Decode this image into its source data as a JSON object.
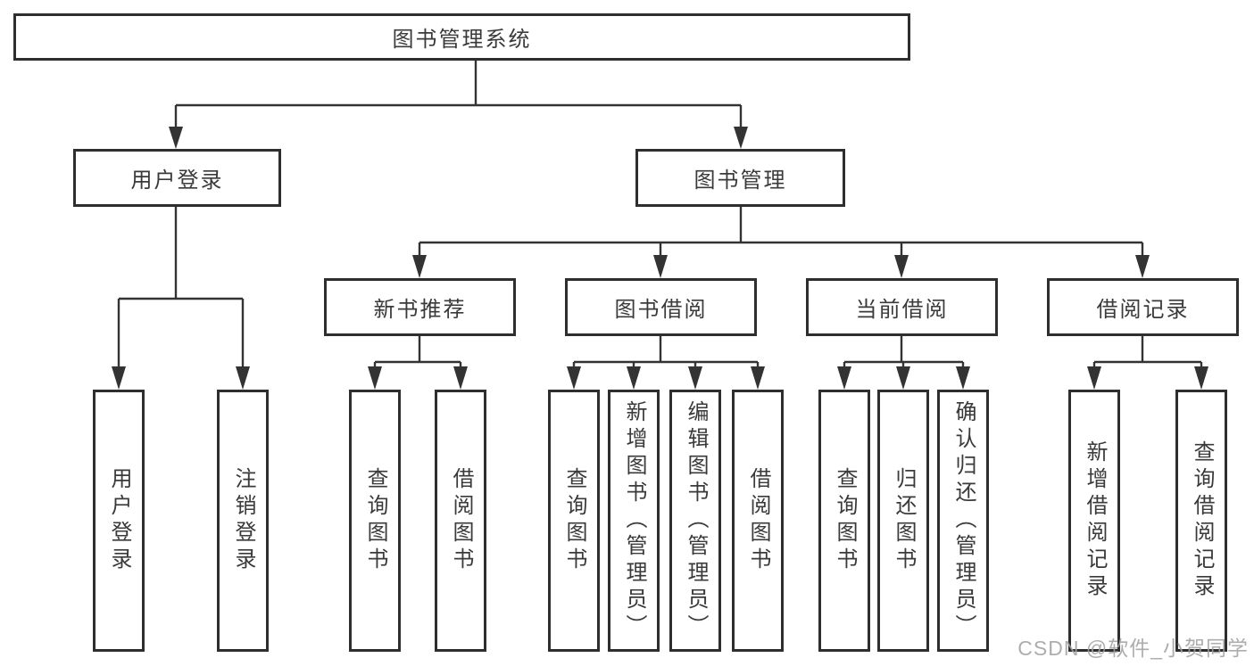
{
  "diagram": {
    "type": "hierarchy-tree",
    "colors": {
      "line": "#333333",
      "box_border": "#2e2e2e",
      "text": "#3a3a3a",
      "background": "#ffffff",
      "watermark": "#a2a2a2"
    },
    "tree": {
      "label": "图书管理系统",
      "children": [
        {
          "label": "用户登录",
          "children": [
            {
              "label": "用户登录"
            },
            {
              "label": "注销登录"
            }
          ]
        },
        {
          "label": "图书管理",
          "children": [
            {
              "label": "新书推荐",
              "children": [
                {
                  "label": "查询图书"
                },
                {
                  "label": "借阅图书"
                }
              ]
            },
            {
              "label": "图书借阅",
              "children": [
                {
                  "label": "查询图书"
                },
                {
                  "label": "新增图书（管理员）"
                },
                {
                  "label": "编辑图书（管理员）"
                },
                {
                  "label": "借阅图书"
                }
              ]
            },
            {
              "label": "当前借阅",
              "children": [
                {
                  "label": "查询图书"
                },
                {
                  "label": "归还图书"
                },
                {
                  "label": "确认归还（管理员）"
                }
              ]
            },
            {
              "label": "借阅记录",
              "children": [
                {
                  "label": "新增借阅记录"
                },
                {
                  "label": "查询借阅记录"
                }
              ]
            }
          ]
        }
      ]
    },
    "watermark": {
      "text": "CSDN @软件_小贺同学"
    }
  }
}
